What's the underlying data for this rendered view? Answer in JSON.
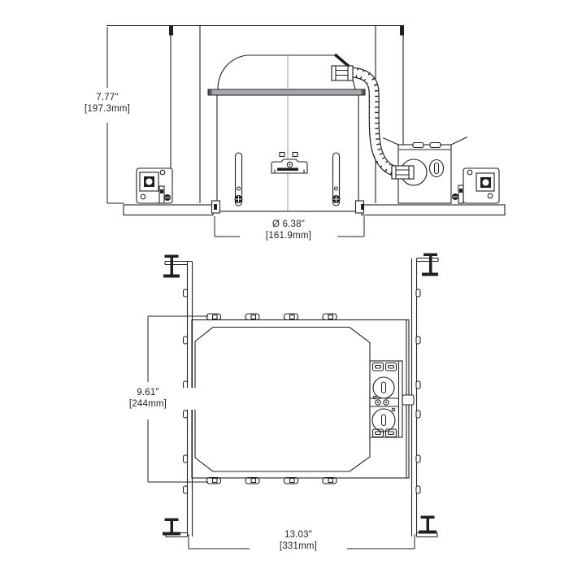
{
  "colors": {
    "line": "#231f20",
    "top_band": "#a7a9ac",
    "centerline": "#939598",
    "background": "#ffffff"
  },
  "side_view": {
    "height_in": "7.77\"",
    "height_mm": "[197.3mm]",
    "aperture_in": "Ø 6.38\"",
    "aperture_mm": "[161.9mm]"
  },
  "plan_view": {
    "depth_in": "9.61\"",
    "depth_mm": "[244mm]",
    "width_in": "13.03\"",
    "width_mm": "[331mm]"
  }
}
